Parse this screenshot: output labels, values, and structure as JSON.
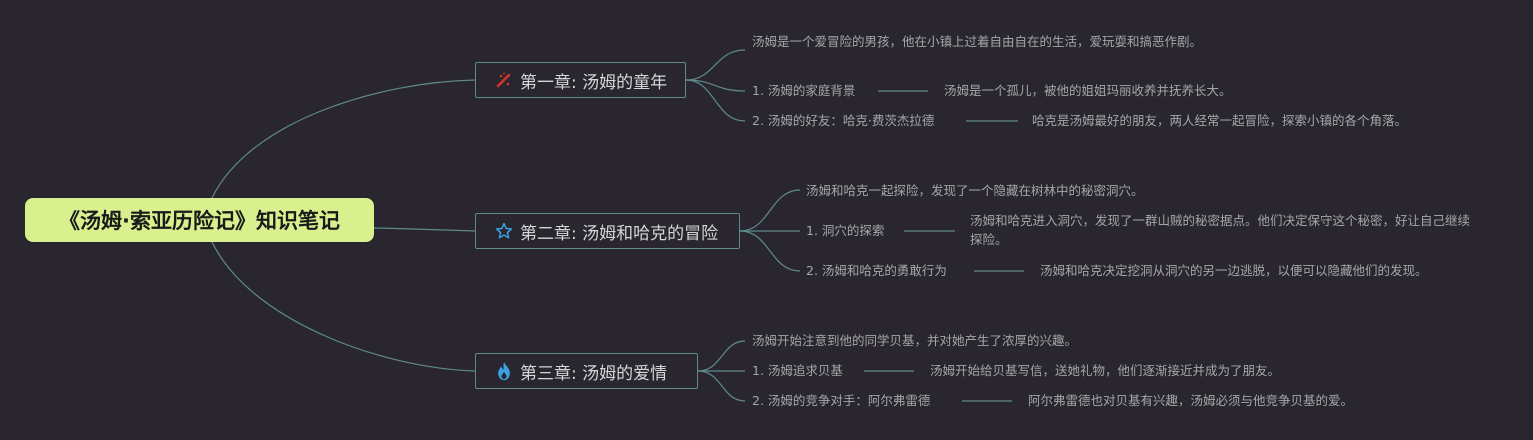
{
  "root": {
    "title": "《汤姆·索亚历险记》知识笔记"
  },
  "colors": {
    "background": "#2a2630",
    "root_fill": "#d8f08e",
    "line": "#5e8a8c",
    "text": "#a6a6a6"
  },
  "chapters": [
    {
      "title": "第一章: 汤姆的童年",
      "icon": "red-stick-icon",
      "summary": "汤姆是一个爱冒险的男孩，他在小镇上过着自由自在的生活，爱玩耍和搞恶作剧。",
      "items": [
        {
          "label": "1. 汤姆的家庭背景",
          "detail": "汤姆是一个孤儿，被他的姐姐玛丽收养并抚养长大。"
        },
        {
          "label": "2. 汤姆的好友：哈克·费茨杰拉德",
          "detail": "哈克是汤姆最好的朋友，两人经常一起冒险，探索小镇的各个角落。"
        }
      ]
    },
    {
      "title": "第二章: 汤姆和哈克的冒险",
      "icon": "star-outline-icon",
      "summary": "汤姆和哈克一起探险，发现了一个隐藏在树林中的秘密洞穴。",
      "items": [
        {
          "label": "1. 洞穴的探索",
          "detail": "汤姆和哈克进入洞穴，发现了一群山贼的秘密据点。他们决定保守这个秘密，好让自己继续探险。"
        },
        {
          "label": "2. 汤姆和哈克的勇敢行为",
          "detail": "汤姆和哈克决定挖洞从洞穴的另一边逃脱，以便可以隐藏他们的发现。"
        }
      ]
    },
    {
      "title": "第三章: 汤姆的爱情",
      "icon": "flame-icon",
      "summary": "汤姆开始注意到他的同学贝基，并对她产生了浓厚的兴趣。",
      "items": [
        {
          "label": "1. 汤姆追求贝基",
          "detail": "汤姆开始给贝基写信，送她礼物，他们逐渐接近并成为了朋友。"
        },
        {
          "label": "2. 汤姆的竞争对手：阿尔弗雷德",
          "detail": "阿尔弗雷德也对贝基有兴趣，汤姆必须与他竞争贝基的爱。"
        }
      ]
    }
  ]
}
